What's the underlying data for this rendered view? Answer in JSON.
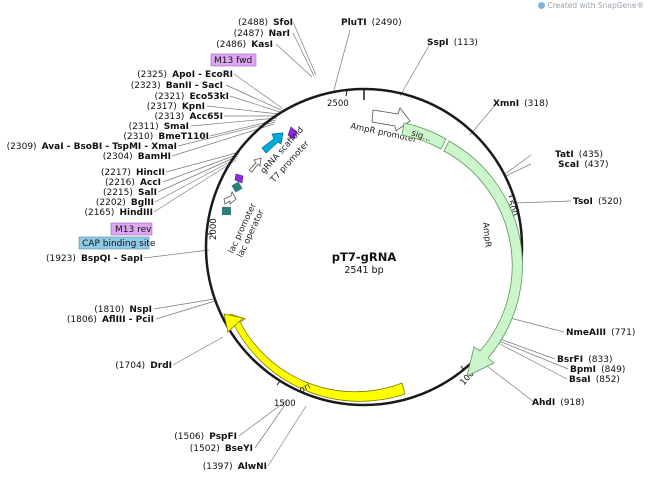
{
  "watermark": "Created with SnapGene®",
  "plasmid": {
    "name": "pT7-gRNA",
    "length_label": "2541 bp"
  },
  "colors": {
    "backbone": "#1a1a1a",
    "AmpR": "#ccf5cc",
    "ori": "#ffff00",
    "gRNA_scaffold": "#00aadd",
    "T7_promoter": "#ffffff",
    "lac_operator": "#2e7d7d",
    "lac_promoter": "#ffffff",
    "primer_bind": "#dda6f0",
    "protein_bind": "#8ecae6",
    "arrow_marker": "#8a2be2"
  },
  "ticks": [
    "2500",
    "500",
    "1000",
    "1500",
    "2000"
  ],
  "features": {
    "AmpR_promoter": "AmpR promoter",
    "signal": "sig...",
    "AmpR": "AmpR",
    "ori": "ori",
    "gRNA_scaffold": "gRNA scaffold",
    "T7_promoter": "T7 promoter",
    "lac_promoter": "lac promoter",
    "lac_operator": "lac operator"
  },
  "boxes": {
    "m13_fwd": "M13 fwd",
    "m13_rev": "M13 rev",
    "cap": "CAP binding site"
  },
  "sites": [
    {
      "id": "sfoi",
      "pos": "(2488)",
      "name": "SfoI"
    },
    {
      "id": "nari",
      "pos": "(2487)",
      "name": "NarI"
    },
    {
      "id": "kasi",
      "pos": "(2486)",
      "name": "KasI"
    },
    {
      "id": "pluti",
      "pos": "(2490)",
      "name": "PluTI"
    },
    {
      "id": "sspi",
      "pos": "(113)",
      "name": "SspI"
    },
    {
      "id": "apoi",
      "pos": "(2325)",
      "name": "ApoI - EcoRI"
    },
    {
      "id": "banii",
      "pos": "(2323)",
      "name": "BanII - SacI"
    },
    {
      "id": "eco53ki",
      "pos": "(2321)",
      "name": "Eco53kI"
    },
    {
      "id": "kpni",
      "pos": "(2317)",
      "name": "KpnI"
    },
    {
      "id": "acc65i",
      "pos": "(2313)",
      "name": "Acc65I"
    },
    {
      "id": "smai",
      "pos": "(2311)",
      "name": "SmaI"
    },
    {
      "id": "bmet110i",
      "pos": "(2310)",
      "name": "BmeT110I"
    },
    {
      "id": "avai",
      "pos": "(2309)",
      "name": "AvaI - BsoBI - TspMI - XmaI"
    },
    {
      "id": "bamhi",
      "pos": "(2304)",
      "name": "BamHI"
    },
    {
      "id": "xmni",
      "pos": "(318)",
      "name": "XmnI"
    },
    {
      "id": "hincii",
      "pos": "(2217)",
      "name": "HincII"
    },
    {
      "id": "acci",
      "pos": "(2216)",
      "name": "AccI"
    },
    {
      "id": "sali",
      "pos": "(2215)",
      "name": "SalI"
    },
    {
      "id": "bglii",
      "pos": "(2202)",
      "name": "BglII"
    },
    {
      "id": "hindiii",
      "pos": "(2165)",
      "name": "HindIII"
    },
    {
      "id": "tati",
      "pos": "(435)",
      "name": "TatI"
    },
    {
      "id": "scai",
      "pos": "(437)",
      "name": "ScaI"
    },
    {
      "id": "tsoi",
      "pos": "(520)",
      "name": "TsoI"
    },
    {
      "id": "bspqi",
      "pos": "(1923)",
      "name": "BspQI - SapI"
    },
    {
      "id": "nspi",
      "pos": "(1810)",
      "name": "NspI"
    },
    {
      "id": "afliii",
      "pos": "(1806)",
      "name": "AflIII - PciI"
    },
    {
      "id": "nmeaiii",
      "pos": "(771)",
      "name": "NmeAIII"
    },
    {
      "id": "drdi",
      "pos": "(1704)",
      "name": "DrdI"
    },
    {
      "id": "bsrfi",
      "pos": "(833)",
      "name": "BsrFI"
    },
    {
      "id": "bpmi",
      "pos": "(849)",
      "name": "BpmI"
    },
    {
      "id": "bsai",
      "pos": "(852)",
      "name": "BsaI"
    },
    {
      "id": "ahdi",
      "pos": "(918)",
      "name": "AhdI"
    },
    {
      "id": "pspfi",
      "pos": "(1506)",
      "name": "PspFI"
    },
    {
      "id": "bseyi",
      "pos": "(1502)",
      "name": "BseYI"
    },
    {
      "id": "alwni",
      "pos": "(1397)",
      "name": "AlwNI"
    }
  ]
}
